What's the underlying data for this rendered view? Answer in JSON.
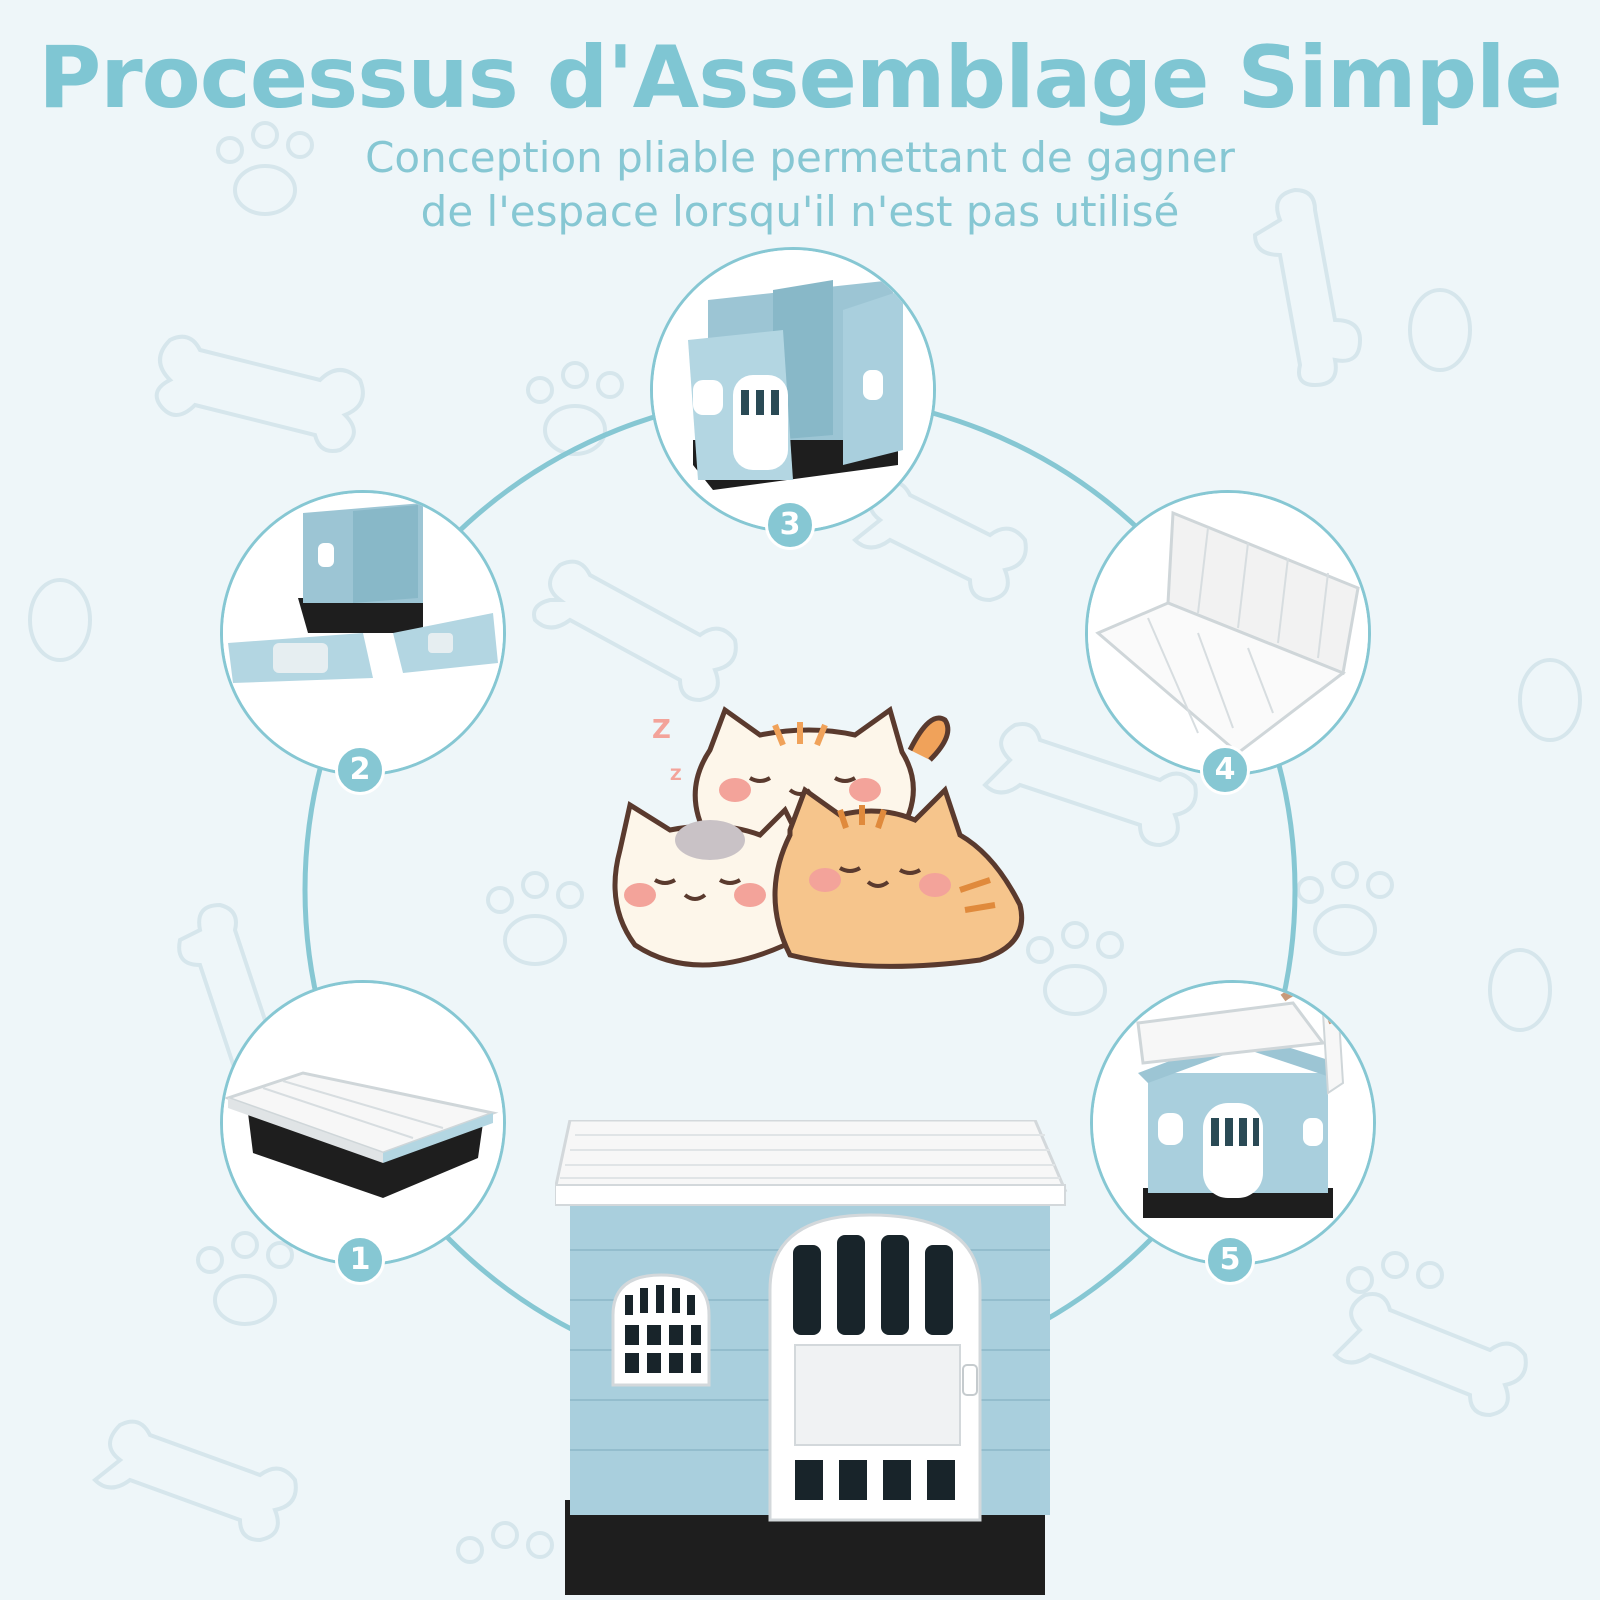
{
  "header": {
    "title": "Processus d'Assemblage Simple",
    "subtitle_line1": "Conception pliable permettant de gagner",
    "subtitle_line2": "de l'espace lorsqu'il n'est pas utilisé"
  },
  "steps": [
    {
      "number": "1",
      "icon": "folded-house-icon"
    },
    {
      "number": "2",
      "icon": "unfolding-walls-icon"
    },
    {
      "number": "3",
      "icon": "walls-assembled-icon"
    },
    {
      "number": "4",
      "icon": "roof-panel-icon"
    },
    {
      "number": "5",
      "icon": "roof-placement-icon"
    }
  ],
  "illustration": {
    "cats": "sleeping-cats-icon",
    "sleep_glyph": "Z",
    "house": "pet-house-icon"
  },
  "colors": {
    "accent": "#86c7d3",
    "background": "#eef6f9",
    "house_blue": "#a9cfdd",
    "roof_white": "#f7f7f7",
    "base_black": "#1e1e1e"
  }
}
